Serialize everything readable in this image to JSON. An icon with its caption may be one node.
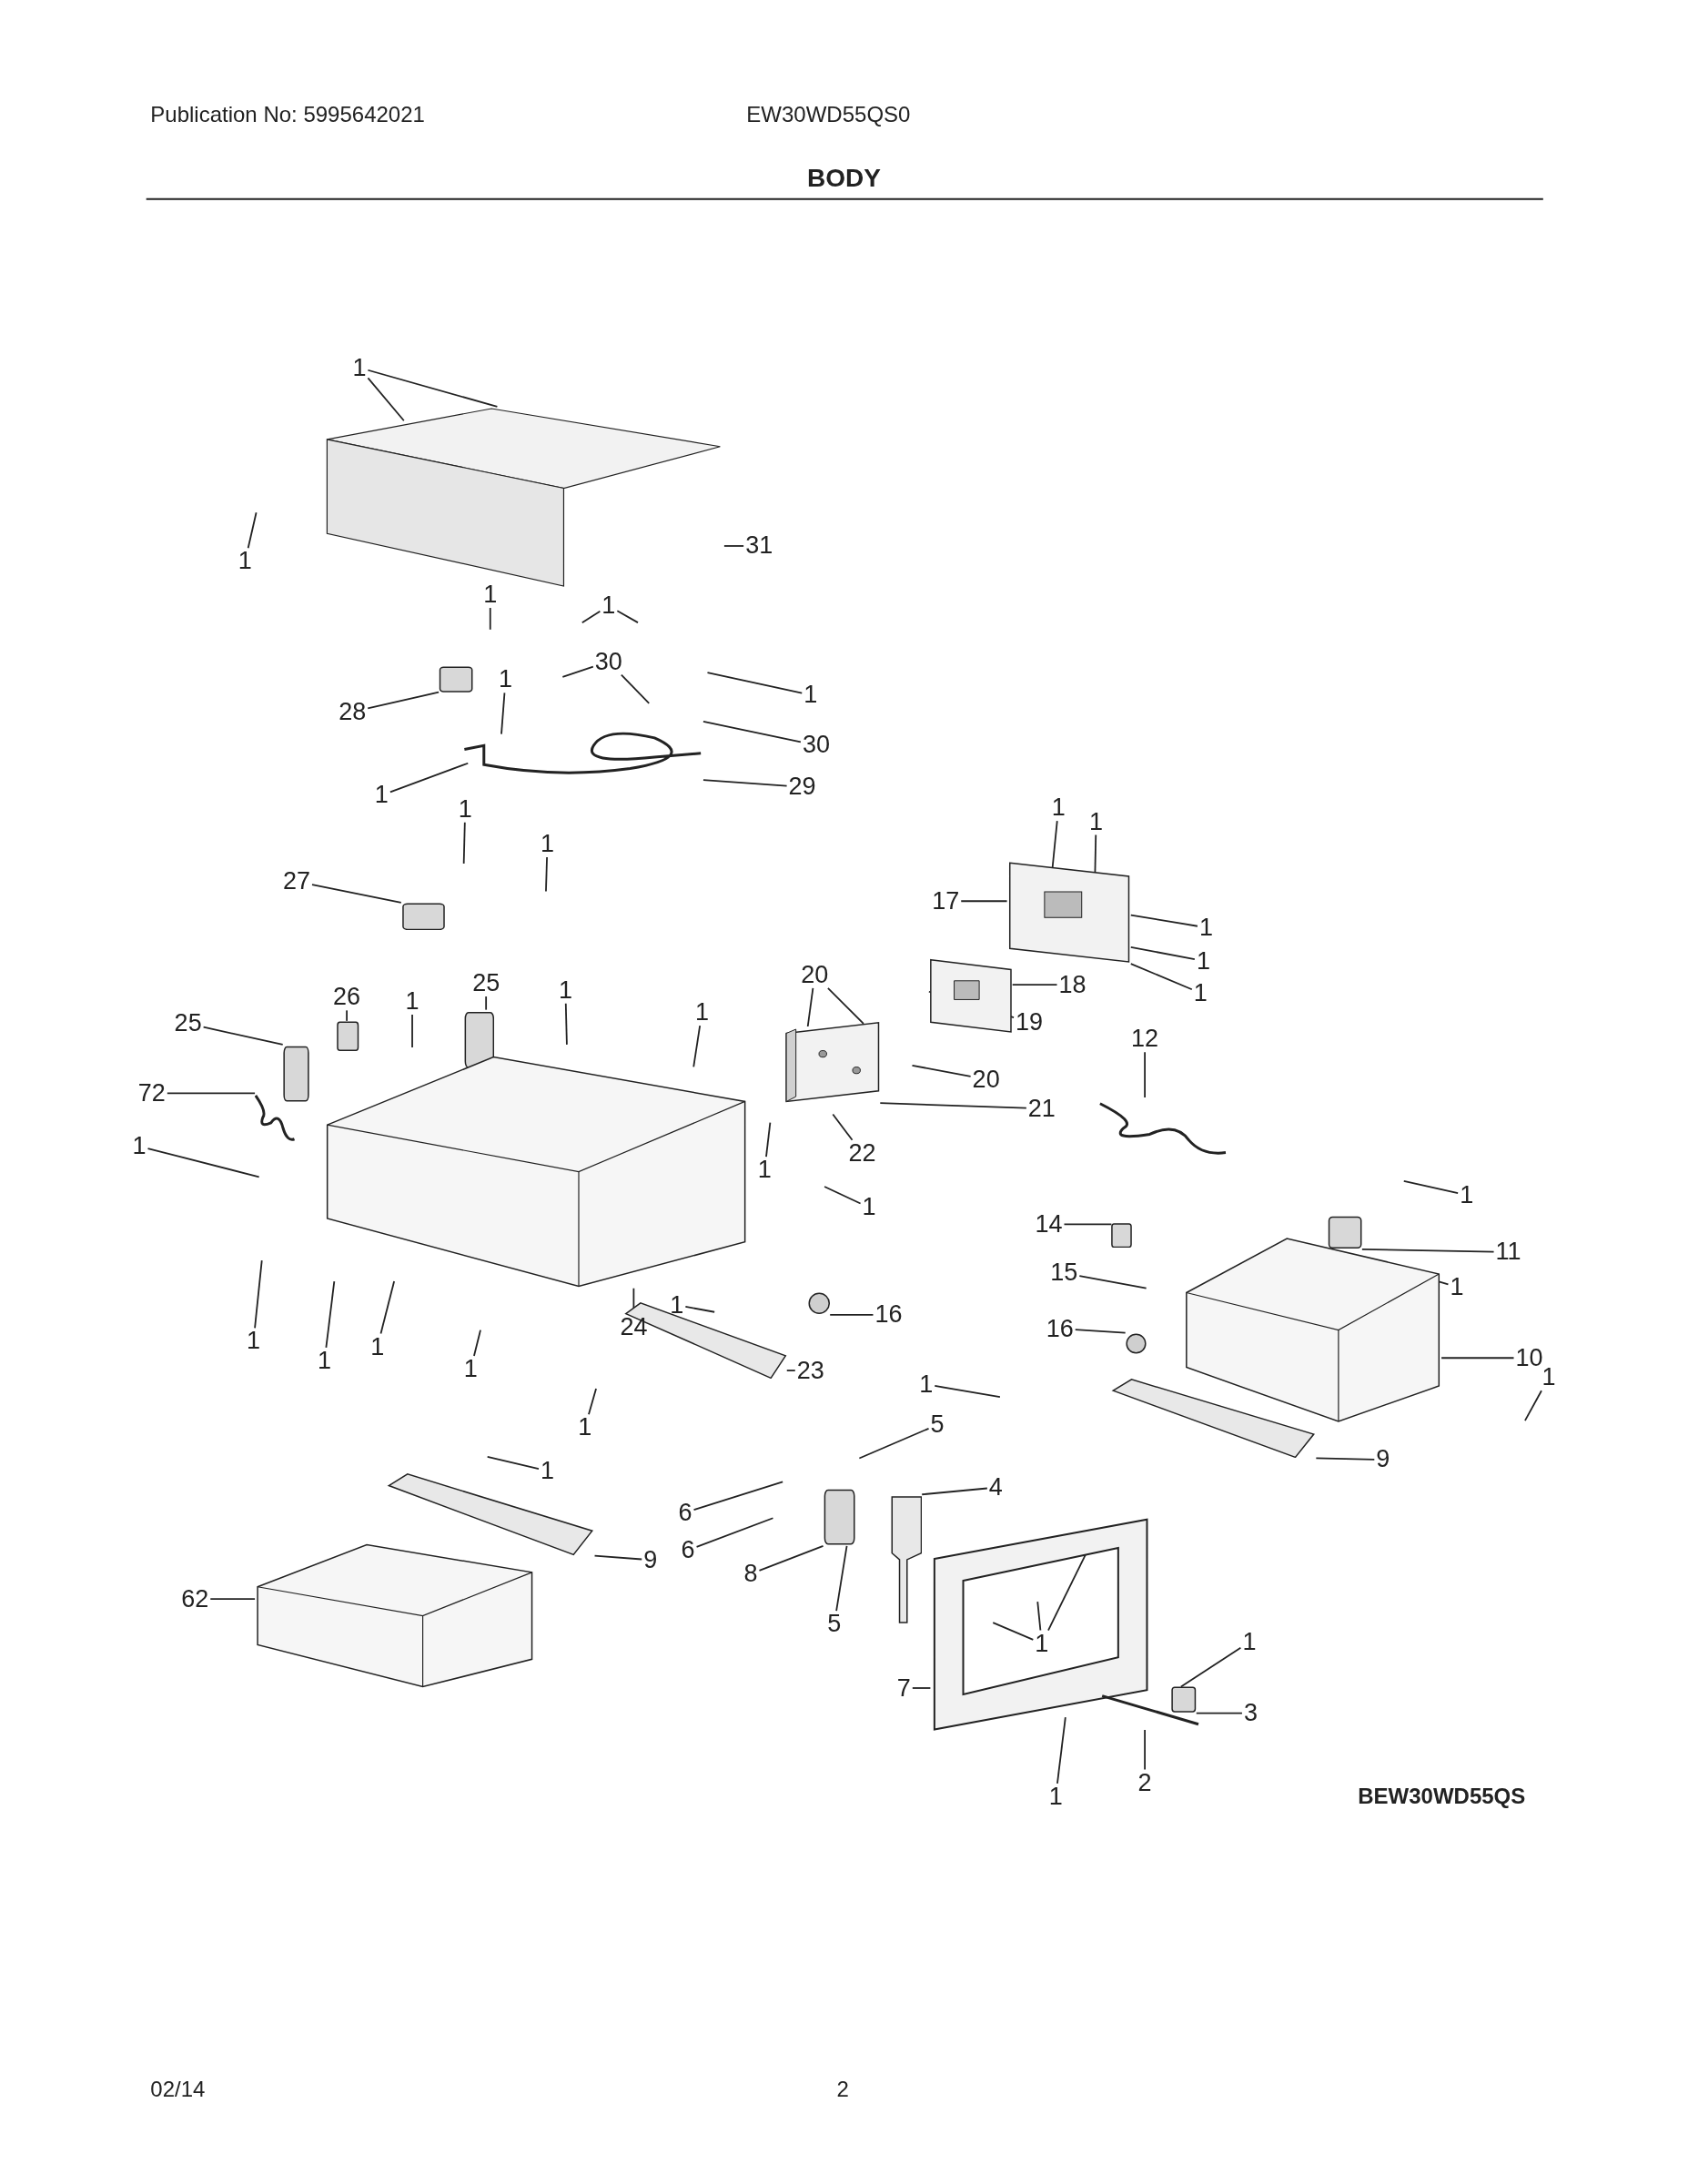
{
  "diagram": {
    "title": "BODY",
    "nodes": [
      {
        "text": [
          "1"
        ]
      },
      {
        "text": [
          "1"
        ]
      },
      {
        "text": [
          "31"
        ]
      },
      {
        "text": [
          "1"
        ]
      },
      {
        "text": [
          "1"
        ]
      },
      {
        "text": [
          "30"
        ]
      },
      {
        "text": [
          "28"
        ]
      },
      {
        "text": [
          "1"
        ]
      },
      {
        "text": [
          "1"
        ]
      },
      {
        "text": [
          "30"
        ]
      },
      {
        "text": [
          "29"
        ]
      },
      {
        "text": [
          "1"
        ]
      },
      {
        "text": [
          "1"
        ]
      },
      {
        "text": [
          "1"
        ]
      },
      {
        "text": [
          "27"
        ]
      },
      {
        "text": [
          "1"
        ]
      },
      {
        "text": [
          "1"
        ]
      },
      {
        "text": [
          "17"
        ]
      },
      {
        "text": [
          "1"
        ]
      },
      {
        "text": [
          "1"
        ]
      },
      {
        "text": [
          "1"
        ]
      },
      {
        "text": [
          "20"
        ]
      },
      {
        "text": [
          "18"
        ]
      },
      {
        "text": [
          "19"
        ]
      },
      {
        "text": [
          "20"
        ]
      },
      {
        "text": [
          "21"
        ]
      },
      {
        "text": [
          "22"
        ]
      },
      {
        "text": [
          "12"
        ]
      },
      {
        "text": [
          "25"
        ]
      },
      {
        "text": [
          "26"
        ]
      },
      {
        "text": [
          "1"
        ]
      },
      {
        "text": [
          "25"
        ]
      },
      {
        "text": [
          "1"
        ]
      },
      {
        "text": [
          "1"
        ]
      },
      {
        "text": [
          "72"
        ]
      },
      {
        "text": [
          "1"
        ]
      },
      {
        "text": [
          "1"
        ]
      },
      {
        "text": [
          "1"
        ]
      },
      {
        "text": [
          "24"
        ]
      },
      {
        "text": [
          "1"
        ]
      },
      {
        "text": [
          "1"
        ]
      },
      {
        "text": [
          "1"
        ]
      },
      {
        "text": [
          "1"
        ]
      },
      {
        "text": [
          "1"
        ]
      },
      {
        "text": [
          "16"
        ]
      },
      {
        "text": [
          "23"
        ]
      },
      {
        "text": [
          "1"
        ]
      },
      {
        "text": [
          "14"
        ]
      },
      {
        "text": [
          "15"
        ]
      },
      {
        "text": [
          "16"
        ]
      },
      {
        "text": [
          "1"
        ]
      },
      {
        "text": [
          "11"
        ]
      },
      {
        "text": [
          "1"
        ]
      },
      {
        "text": [
          "10"
        ]
      },
      {
        "text": [
          "1"
        ]
      },
      {
        "text": [
          "9"
        ]
      },
      {
        "text": [
          "1"
        ]
      },
      {
        "text": [
          "5"
        ]
      },
      {
        "text": [
          "4"
        ]
      },
      {
        "text": [
          "6"
        ]
      },
      {
        "text": [
          "6"
        ]
      },
      {
        "text": [
          "8"
        ]
      },
      {
        "text": [
          "5"
        ]
      },
      {
        "text": [
          "1"
        ]
      },
      {
        "text": [
          "9"
        ]
      },
      {
        "text": [
          "62"
        ]
      },
      {
        "text": [
          "7"
        ]
      },
      {
        "text": [
          "1"
        ],
        "in": 96
      },
      {
        "text": [
          "1"
        ]
      },
      {
        "text": [
          "3"
        ]
      },
      {
        "text": [
          "2"
        ]
      },
      {
        "text": [
          "1"
        ]
      },
      {
        "text": [],
        "shape": "picture"
      },
      {
        "text": [],
        "shape": "picture"
      },
      {
        "text": [],
        "shape": "box"
      },
      {
        "text": [],
        "shape": "box"
      },
      {
        "text": [],
        "shape": "box"
      },
      {
        "text": [],
        "shape": "box"
      },
      {
        "text": [],
        "shape": "box"
      },
      {
        "text": [],
        "shape": "picture"
      },
      {
        "text": [],
        "shape": "picture"
      },
      {
        "text": [],
        "shape": "picture"
      },
      {
        "text": [],
        "shape": "picture"
      },
      {
        "text": [],
        "shape": "picture"
      },
      {
        "text": [],
        "shape": "picture"
      },
      {
        "text": [],
        "shape": "picture"
      },
      {
        "text": [],
        "shape": "box"
      },
      {
        "text": [],
        "shape": "circle"
      },
      {
        "text": [],
        "shape": "circle"
      },
      {
        "text": [],
        "shape": "box"
      },
      {
        "text": [],
        "shape": "picture"
      },
      {
        "text": [],
        "shape": "picture"
      },
      {
        "text": [],
        "shape": "picture"
      },
      {
        "text": [],
        "shape": "picture"
      },
      {
        "text": [],
        "shape": "box"
      },
      {
        "text": [],
        "shape": "picture"
      },
      {
        "text": [],
        "shape": "picture"
      },
      {
        "text": [],
        "shape": "box"
      },
      {
        "text": [],
        "shape": "picture"
      }
    ],
    "edges": [
      {
        "from": 0,
        "to": 72,
        "arrow": "none"
      },
      {
        "from": 0,
        "to": 72,
        "arrow": "none"
      },
      {
        "from": 1,
        "to": null,
        "arrow": "none"
      },
      {
        "from": 2,
        "to": 72,
        "arrow": "none"
      },
      {
        "from": 3,
        "to": null,
        "arrow": "none"
      },
      {
        "from": 4,
        "to": null,
        "arrow": "none"
      },
      {
        "from": 4,
        "to": null,
        "arrow": "none"
      },
      {
        "from": 5,
        "to": null,
        "arrow": "none"
      },
      {
        "from": 5,
        "to": null,
        "arrow": "none"
      },
      {
        "from": 6,
        "to": 74,
        "arrow": "none"
      },
      {
        "from": 7,
        "to": 73,
        "arrow": "none"
      },
      {
        "from": 8,
        "to": null,
        "arrow": "none"
      },
      {
        "from": 9,
        "to": 73,
        "arrow": "none"
      },
      {
        "from": 10,
        "to": 73,
        "arrow": "none"
      },
      {
        "from": 11,
        "to": 73,
        "arrow": "none"
      },
      {
        "from": 12,
        "to": null,
        "arrow": "none"
      },
      {
        "from": 13,
        "to": null,
        "arrow": "none"
      },
      {
        "from": 14,
        "to": 75,
        "arrow": "none"
      },
      {
        "from": 15,
        "to": 84,
        "arrow": "none"
      },
      {
        "from": 16,
        "to": 84,
        "arrow": "none"
      },
      {
        "from": 17,
        "to": 84,
        "arrow": "none"
      },
      {
        "from": 18,
        "to": 84,
        "arrow": "none"
      },
      {
        "from": 19,
        "to": 84,
        "arrow": "none"
      },
      {
        "from": 20,
        "to": 84,
        "arrow": "none"
      },
      {
        "from": 21,
        "to": 82,
        "arrow": "none"
      },
      {
        "from": 21,
        "to": 82,
        "arrow": "none"
      },
      {
        "from": 22,
        "to": 83,
        "arrow": "none"
      },
      {
        "from": 23,
        "to": 83,
        "arrow": "none"
      },
      {
        "from": 24,
        "to": null,
        "arrow": "none"
      },
      {
        "from": 25,
        "to": 82,
        "arrow": "none"
      },
      {
        "from": 26,
        "to": null,
        "arrow": "none"
      },
      {
        "from": 27,
        "to": 85,
        "arrow": "none"
      },
      {
        "from": 28,
        "to": 76,
        "arrow": "none"
      },
      {
        "from": 29,
        "to": 77,
        "arrow": "none"
      },
      {
        "from": 30,
        "to": null,
        "arrow": "none"
      },
      {
        "from": 31,
        "to": 78,
        "arrow": "none"
      },
      {
        "from": 32,
        "to": null,
        "arrow": "none"
      },
      {
        "from": 33,
        "to": 80,
        "arrow": "none"
      },
      {
        "from": 34,
        "to": 79,
        "arrow": "none"
      },
      {
        "from": 35,
        "to": null,
        "arrow": "none"
      },
      {
        "from": 36,
        "to": null,
        "arrow": "none"
      },
      {
        "from": 37,
        "to": null,
        "arrow": "none"
      },
      {
        "from": 38,
        "to": 80,
        "arrow": "none"
      },
      {
        "from": 39,
        "to": null,
        "arrow": "none"
      },
      {
        "from": 40,
        "to": 80,
        "arrow": "none"
      },
      {
        "from": 41,
        "to": 80,
        "arrow": "none"
      },
      {
        "from": 42,
        "to": null,
        "arrow": "none"
      },
      {
        "from": 43,
        "to": null,
        "arrow": "none"
      },
      {
        "from": 44,
        "to": 88,
        "arrow": "none"
      },
      {
        "from": 45,
        "to": 81,
        "arrow": "none"
      },
      {
        "from": 46,
        "to": null,
        "arrow": "none"
      },
      {
        "from": 47,
        "to": 86,
        "arrow": "none"
      },
      {
        "from": 48,
        "to": null,
        "arrow": "none"
      },
      {
        "from": 49,
        "to": 87,
        "arrow": "none"
      },
      {
        "from": 50,
        "to": null,
        "arrow": "none"
      },
      {
        "from": 51,
        "to": 89,
        "arrow": "none"
      },
      {
        "from": 52,
        "to": 90,
        "arrow": "none"
      },
      {
        "from": 53,
        "to": 90,
        "arrow": "none"
      },
      {
        "from": 54,
        "to": null,
        "arrow": "none"
      },
      {
        "from": 55,
        "to": 91,
        "arrow": "none"
      },
      {
        "from": 56,
        "to": null,
        "arrow": "none"
      },
      {
        "from": 57,
        "to": null,
        "arrow": "none"
      },
      {
        "from": 58,
        "to": 95,
        "arrow": "none"
      },
      {
        "from": 59,
        "to": null,
        "arrow": "none"
      },
      {
        "from": 60,
        "to": null,
        "arrow": "none"
      },
      {
        "from": 61,
        "to": 94,
        "arrow": "none"
      },
      {
        "from": 62,
        "to": 94,
        "arrow": "none"
      },
      {
        "from": 63,
        "to": null,
        "arrow": "none"
      },
      {
        "from": 64,
        "to": 92,
        "arrow": "none"
      },
      {
        "from": 65,
        "to": 93,
        "arrow": "none"
      },
      {
        "from": 66,
        "to": 96,
        "arrow": "none"
      },
      {
        "from": 67,
        "to": 96,
        "arrow": "none"
      },
      {
        "from": 67,
        "to": 96,
        "arrow": "none"
      },
      {
        "from": 67,
        "to": 96,
        "arrow": "none"
      },
      {
        "from": 68,
        "to": 97,
        "arrow": "none"
      },
      {
        "from": 69,
        "to": 97,
        "arrow": "none"
      },
      {
        "from": 70,
        "to": 98,
        "arrow": "none"
      },
      {
        "from": 71,
        "to": 96,
        "arrow": "none"
      }
    ],
    "labels": [
      "Publication No: 5995642021",
      "EW30WD55QS0",
      "BEW30WD55QS",
      "02/14",
      "2"
    ]
  }
}
